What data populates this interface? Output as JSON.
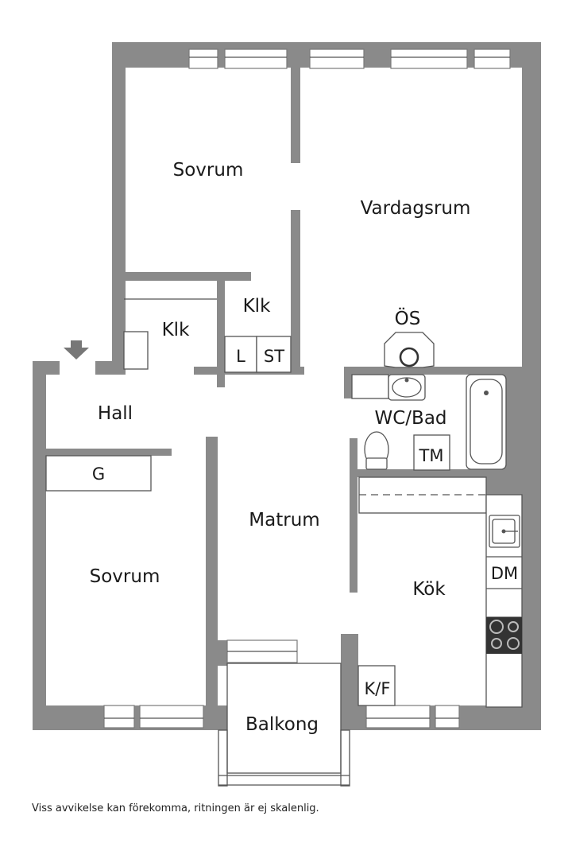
{
  "rooms": {
    "sovrum_top": "Sovrum",
    "vardagsrum": "Vardagsrum",
    "klk_1": "Klk",
    "klk_2": "Klk",
    "l": "L",
    "st": "ST",
    "os": "ÖS",
    "hall": "Hall",
    "g": "G",
    "wc_bad": "WC/Bad",
    "tm": "TM",
    "matrum": "Matrum",
    "sovrum_bottom": "Sovrum",
    "dm": "DM",
    "kok": "Kök",
    "kf": "K/F",
    "balkong": "Balkong"
  },
  "disclaimer": "Viss avvikelse kan förekomma, ritningen är ej skalenlig.",
  "colors": {
    "wall": "#8a8a8a",
    "text": "#1a1a1a"
  },
  "icons": [
    "entrance-arrow-icon",
    "sink-icon",
    "toilet-icon",
    "bathtub-icon",
    "stove-icon",
    "kitchen-sink-icon"
  ]
}
